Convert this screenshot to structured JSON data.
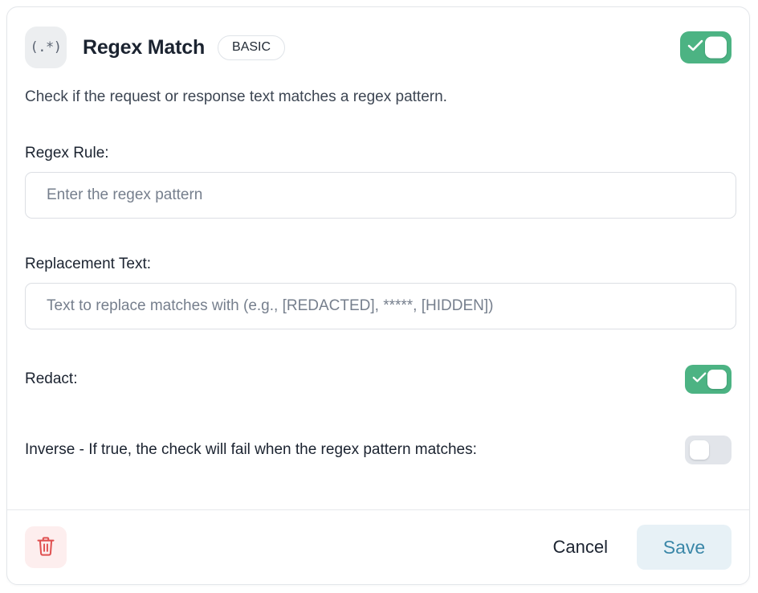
{
  "card": {
    "icon_glyph": "(.*)",
    "icon_name": "regex-icon",
    "title": "Regex Match",
    "badge": "BASIC",
    "description": "Check if the request or response text matches a regex pattern.",
    "enabled_toggle": {
      "name": "enable-check-toggle",
      "state": "on"
    }
  },
  "fields": {
    "regex_rule": {
      "label": "Regex Rule:",
      "value": "",
      "placeholder": "Enter the regex pattern"
    },
    "replacement_text": {
      "label": "Replacement Text:",
      "value": "",
      "placeholder": "Text to replace matches with (e.g., [REDACTED], *****, [HIDDEN])"
    }
  },
  "switches": {
    "redact": {
      "label": "Redact:",
      "state": "on"
    },
    "inverse": {
      "label": "Inverse - If true, the check will fail when the regex pattern matches:",
      "state": "off"
    }
  },
  "footer": {
    "delete_label": "delete",
    "cancel_label": "Cancel",
    "save_label": "Save"
  },
  "colors": {
    "toggle_on": "#4cb383",
    "toggle_off": "#e2e5ea",
    "save_bg": "#e7f1f6",
    "save_text": "#3a87a8",
    "delete_bg": "#fdeeee",
    "delete_icon": "#e05252",
    "card_border": "#e3e6ea"
  }
}
